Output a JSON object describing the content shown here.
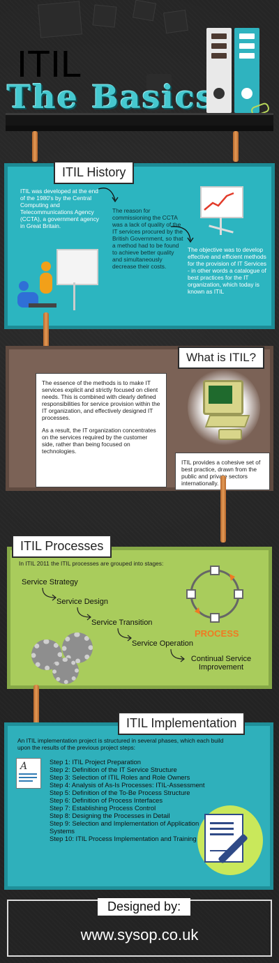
{
  "header": {
    "title_line1": "ITIL",
    "title_line2": "The Basics"
  },
  "history": {
    "heading": "ITIL History",
    "col1": "ITIL was developed at the end of the 1980's by the Central Computing and Telecommunications Agency (CCTA), a government agency in Great Britain.",
    "col2": "The reason for commissioning the CCTA was a lack of quality of the IT services procured by the British Government, so that a method had to be found to achieve better quality and simultaneously decrease their costs.",
    "col3": "The objective was to develop effective and efficient methods for the provision of IT Services - in other words a catalogue of best practices for the IT organization, which today is known as ITIL"
  },
  "what": {
    "heading": "What is ITIL?",
    "p1": "The essence of the methods is to make IT services explicit and strictly focused on client needs. This is combined with clearly defined responsibilities for service provision within the IT organization, and effectively designed IT processes.",
    "p2": "As a result, the IT organization concentrates on the services required by the customer side, rather than being focused on technologies.",
    "p3": "ITIL provides a cohesive set of best practice, drawn from the public and private sectors internationally."
  },
  "processes": {
    "heading": "ITIL Processes",
    "intro": "In ITIL 2011 the ITIL processes are grouped into stages:",
    "stages": [
      "Service Strategy",
      "Service Design",
      "Service Transition",
      "Service Operation",
      "Continual Service Improvement"
    ],
    "process_label": "PROCESS"
  },
  "implementation": {
    "heading": "ITIL Implementation",
    "intro": "An ITIL implementation project is structured in several phases, which each build upon the results of the previous project steps:",
    "steps": [
      "Step 1: ITIL Project Preparation",
      "Step 2: Definition of the IT Service Structure",
      "Step 3: Selection of ITIL Roles and Role Owners",
      "Step 4: Analysis of As-Is Processes: ITIL-Assessment",
      "Step 5: Definition of the To-Be Process Structure",
      "Step 6: Definition of Process Interfaces",
      "Step 7: Establishing Process Control",
      "Step 8: Designing the Processes in Detail",
      "Step 9: Selection and Implementation of Application Systems",
      "Step 10: ITIL Process Implementation and Training"
    ]
  },
  "footer": {
    "designed_by": "Designed by:",
    "url": "www.sysop.co.uk"
  },
  "colors": {
    "teal": "#2cb5c0",
    "brown": "#7b6256",
    "lime": "#a9cc5c",
    "rope": "#d17f3c",
    "accent": "#f07a22"
  }
}
